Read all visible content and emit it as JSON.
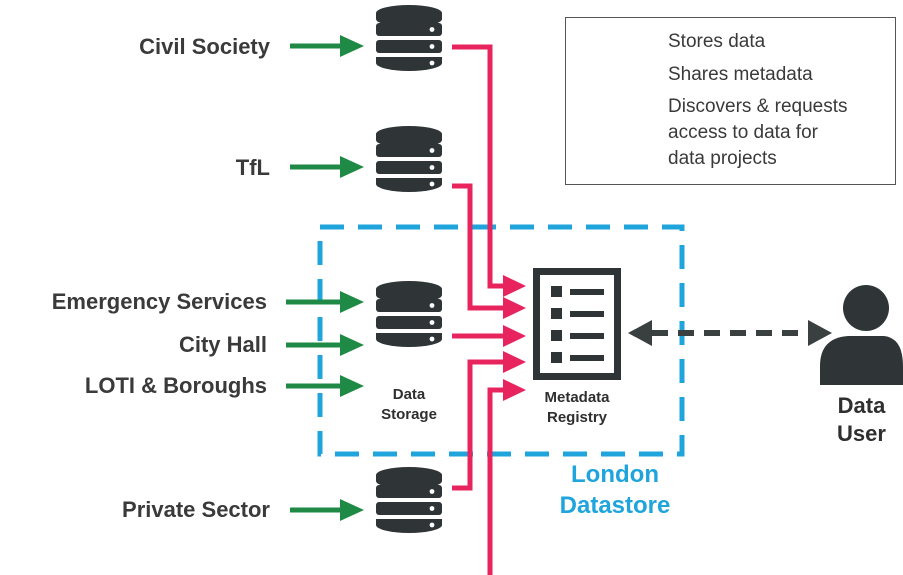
{
  "sources": {
    "civil_society": "Civil Society",
    "tfl": "TfL",
    "emergency_services": "Emergency Services",
    "city_hall": "City Hall",
    "loti_boroughs": "LOTI & Boroughs",
    "private_sector": "Private Sector"
  },
  "nodes": {
    "data_storage": "Data\nStorage",
    "metadata_registry": "Metadata\nRegistry",
    "data_user": "Data\nUser"
  },
  "boundary": {
    "label": "London\nDatastore"
  },
  "legend": {
    "stores_data": "Stores data",
    "shares_metadata": "Shares metadata",
    "discovers": "Discovers & requests\naccess to data for\ndata projects"
  },
  "colors": {
    "stores": "#1e8a45",
    "shares": "#e8245f",
    "discovers": "#3a4040",
    "datastore": "#1fa4dc",
    "icon": "#2f3537"
  },
  "icons": {
    "database": "database-icon",
    "registry": "checklist-icon",
    "user": "person-icon"
  }
}
